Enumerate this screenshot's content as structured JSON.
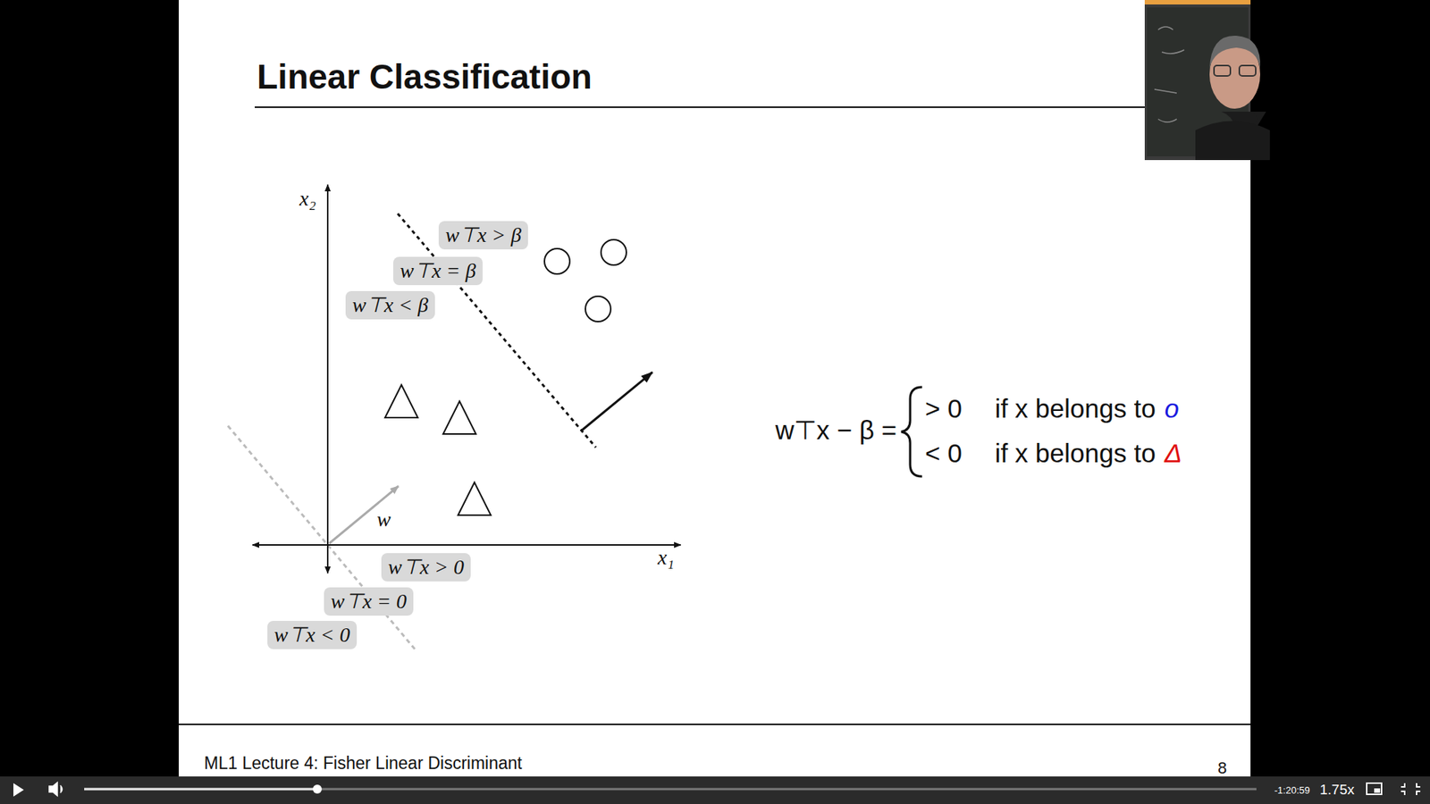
{
  "diagram": {
    "title": "Linear Classification",
    "nodes": [
      {
        "text": [
          "w⊤x > β"
        ]
      },
      {
        "text": [
          "w⊤x = β"
        ]
      },
      {
        "text": [
          "w⊤x < β"
        ]
      },
      {
        "text": [
          "w⊤x > 0"
        ]
      },
      {
        "text": [
          "w⊤x = 0"
        ]
      },
      {
        "text": [
          "w⊤x < 0"
        ]
      }
    ],
    "labels": [
      "x₂",
      "x₁",
      "w",
      "w⊤x − β =",
      "> 0",
      "if x belongs to",
      "o",
      "< 0",
      "if x belongs to",
      "Δ",
      "ML1 Lecture 4: Fisher Linear Discriminant",
      "8",
      "-1:20:59",
      "1.75x"
    ]
  }
}
